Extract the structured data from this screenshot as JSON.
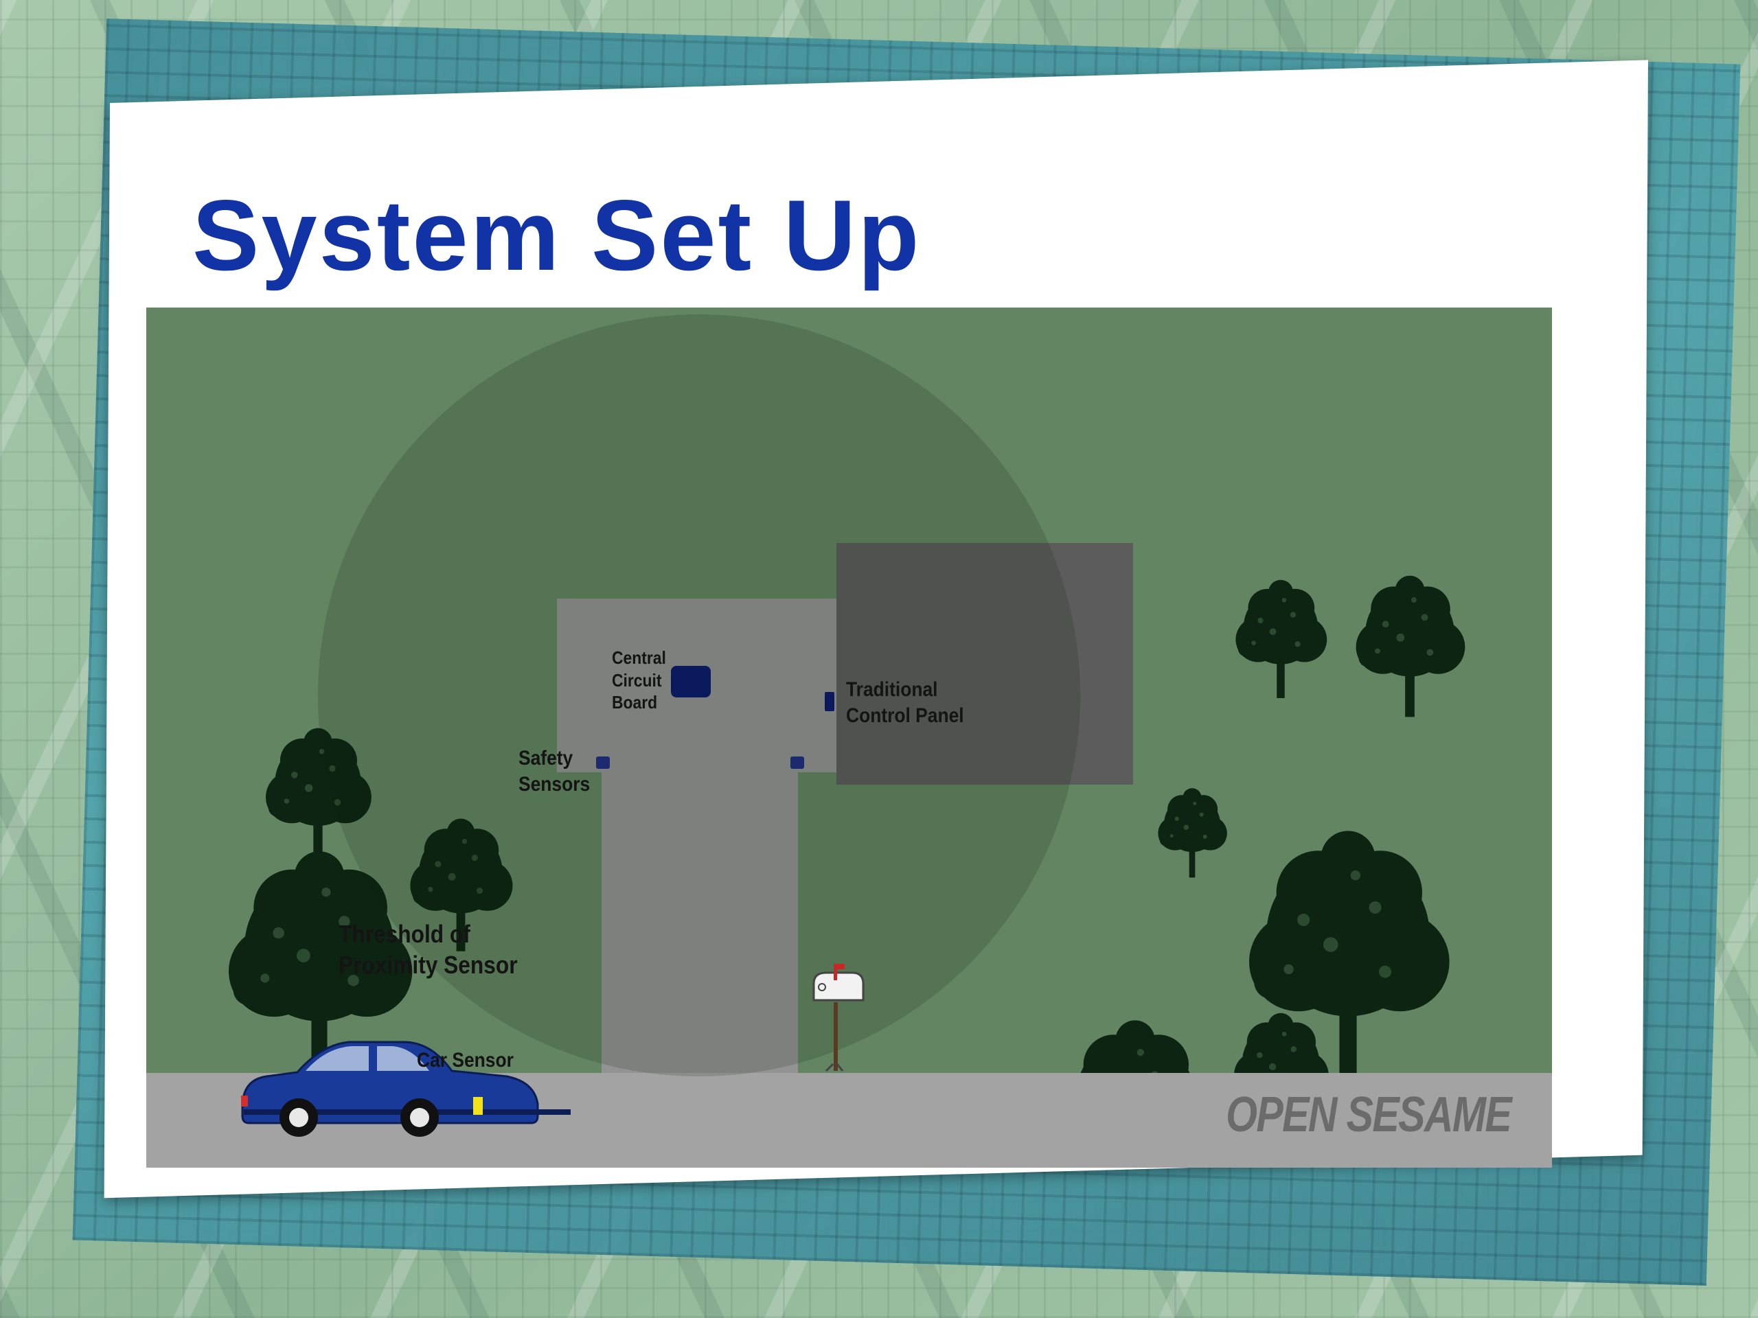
{
  "slide": {
    "title": "System Set Up",
    "brand": "OPEN SESAME"
  },
  "diagram": {
    "labels": {
      "central_board": [
        "Central",
        "Circuit",
        "Board"
      ],
      "control_panel": [
        "Traditional",
        "Control Panel"
      ],
      "safety_sensors": [
        "Safety",
        "Sensors"
      ],
      "threshold": [
        "Threshold of",
        "Proximity Sensor"
      ],
      "car_sensor": "Car Sensor"
    }
  },
  "colors": {
    "title": "#1133a6",
    "lawn": "#638562",
    "road": "#a3a3a3",
    "garage": "#939393",
    "house": "#5c5c5c",
    "tree": "#0d2412",
    "car": "#1a3a9a",
    "device": "#0b1a5c"
  }
}
